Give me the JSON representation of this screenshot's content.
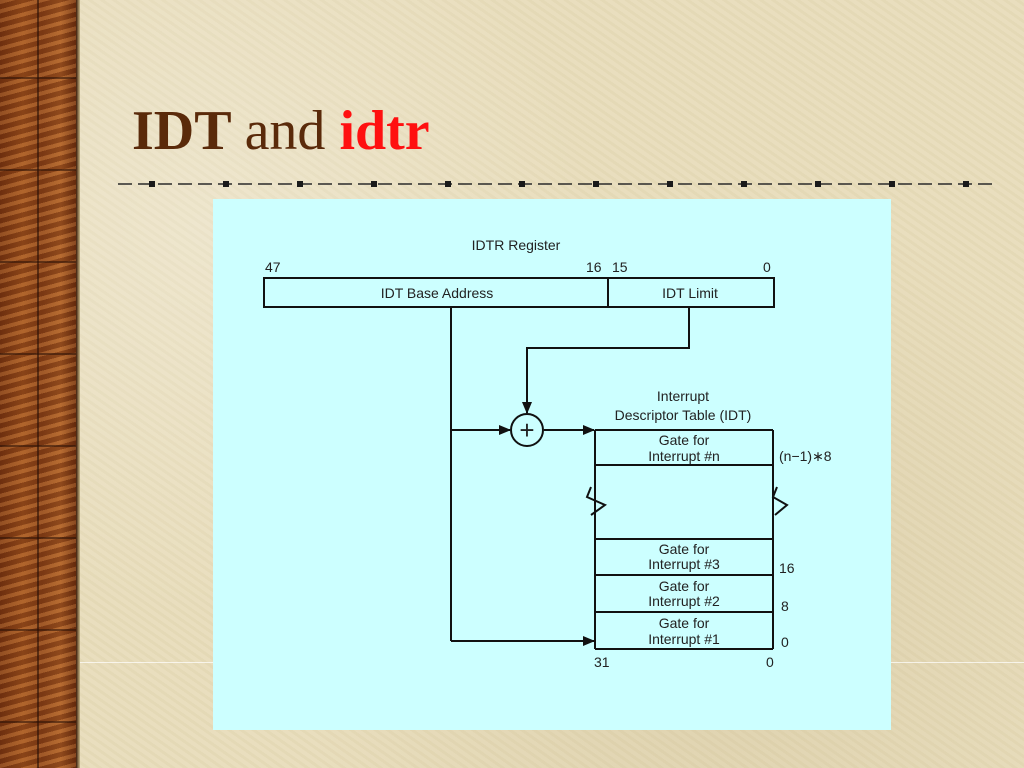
{
  "slide": {
    "title_part1": "IDT",
    "title_part2": "and",
    "title_part3": "idtr",
    "colors": {
      "title": "#5a2a0a",
      "accent": "#ff1010",
      "figure_bg": "#ccffff"
    }
  },
  "diagram": {
    "register_title": "IDTR Register",
    "bit_47": "47",
    "bit_16": "16",
    "bit_15": "15",
    "bit_0_top": "0",
    "base_field": "IDT Base Address",
    "limit_field": "IDT Limit",
    "adder_symbol": "+",
    "table_title_line1": "Interrupt",
    "table_title_line2": "Descriptor Table (IDT)",
    "gates": [
      {
        "line1": "Gate for",
        "line2": "Interrupt #n",
        "offset": "(n−1)∗8"
      },
      {
        "line1": "Gate for",
        "line2": "Interrupt #3",
        "offset": "16"
      },
      {
        "line1": "Gate for",
        "line2": "Interrupt #2",
        "offset": "8"
      },
      {
        "line1": "Gate for",
        "line2": "Interrupt #1",
        "offset": "0"
      }
    ],
    "bit_31": "31",
    "bit_0_bottom": "0"
  }
}
